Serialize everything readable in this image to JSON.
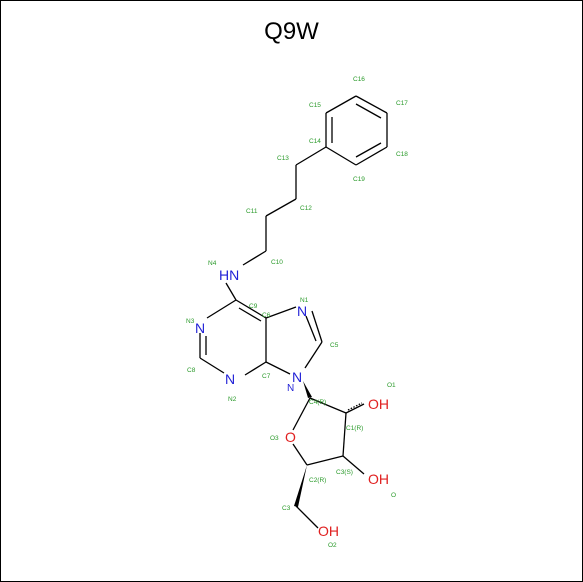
{
  "title": "Q9W",
  "atoms": {
    "hn": "HN",
    "n_ring1": "N",
    "n_ring2": "N",
    "n_ring3": "N",
    "n_ring4": "N",
    "n9_small": "N",
    "oh1": "OH",
    "oh2": "OH",
    "oh3": "OH",
    "o_ring": "O"
  },
  "labels": {
    "c16": "C16",
    "c15": "C15",
    "c17": "C17",
    "c14": "C14",
    "c18": "C18",
    "c13": "C13",
    "c19": "C19",
    "c12": "C12",
    "c11": "C11",
    "n4": "N4",
    "c10": "C10",
    "c9": "C9",
    "n1": "N1",
    "n3": "N3",
    "c6": "C6",
    "c5": "C5",
    "c8": "C8",
    "c7": "C7",
    "n2": "N2",
    "o1": "O1",
    "c4": "C4(R)",
    "c1": "C1(R)",
    "o3": "O3",
    "c3s": "C3(S)",
    "c2": "C2(R)",
    "o": "O",
    "c3": "C3",
    "o2": "O2"
  }
}
